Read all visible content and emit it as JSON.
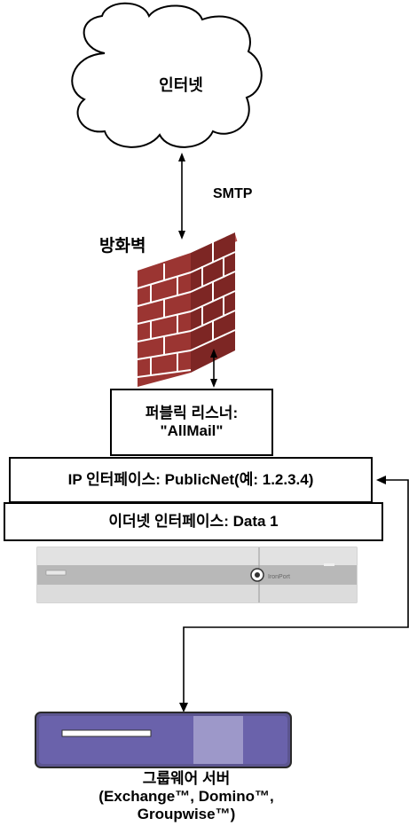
{
  "internet": {
    "label": "인터넷"
  },
  "smtp": {
    "label": "SMTP"
  },
  "firewall": {
    "label": "방화벽"
  },
  "listener": {
    "line1": "퍼블릭 리스너:",
    "line2": "\"AllMail\""
  },
  "ip_interface": {
    "label": "IP 인터페이스: PublicNet(예: 1.2.3.4)"
  },
  "ethernet_interface": {
    "label": "이더넷 인터페이스: Data 1"
  },
  "appliance": {
    "brand": "IronPort"
  },
  "groupware": {
    "line1": "그룹웨어 서버",
    "line2": "(Exchange™, Domino™,",
    "line3": "Groupwise™)"
  },
  "colors": {
    "brick": "#9b3532",
    "mortar": "#ffffff",
    "server_body": "#6a62ab",
    "appliance": "#d3d3d3"
  }
}
